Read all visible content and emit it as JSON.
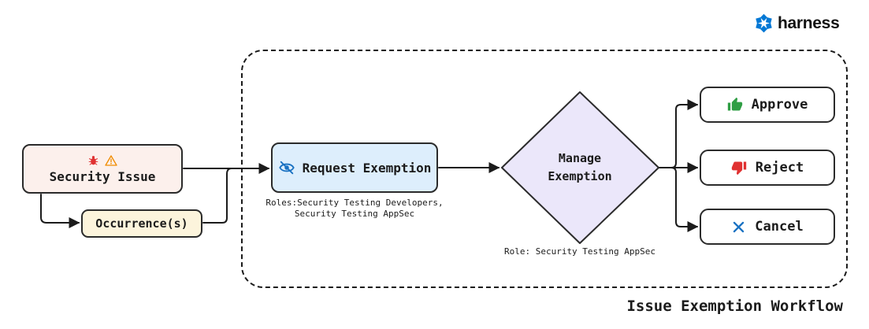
{
  "brand": {
    "name": "harness",
    "logo_icon": "harness-logo-icon",
    "logo_color": "#0278d5"
  },
  "diagram": {
    "title": "Issue Exemption Workflow",
    "boundary_style": "dashed",
    "arrow_color": "#1b1b1b",
    "nodes": {
      "security_issue": {
        "label": "Security Issue",
        "fill": "#fcf0ec",
        "icons": [
          "bug-icon",
          "warning-icon"
        ],
        "icon_colors": {
          "bug": "#e03131",
          "warning": "#f08c00"
        }
      },
      "occurrences": {
        "label": "Occurrence(s)",
        "fill": "#fcf4dc"
      },
      "request_exemption": {
        "label": "Request Exemption",
        "icon": "eye-off-icon",
        "icon_color": "#1971c2",
        "fill": "#ddeefc",
        "roles_note_line1": "Roles:Security Testing Developers,",
        "roles_note_line2": "Security Testing AppSec"
      },
      "manage_exemption": {
        "label_line1": "Manage",
        "label_line2": "Exemption",
        "fill": "#ebe7fa",
        "role_note": "Role: Security Testing AppSec"
      },
      "approve": {
        "label": "Approve",
        "icon": "thumbs-up-icon",
        "icon_color": "#2f9e44"
      },
      "reject": {
        "label": "Reject",
        "icon": "thumbs-down-icon",
        "icon_color": "#e03131"
      },
      "cancel": {
        "label": "Cancel",
        "icon": "x-icon",
        "icon_color": "#1971c2"
      }
    }
  }
}
